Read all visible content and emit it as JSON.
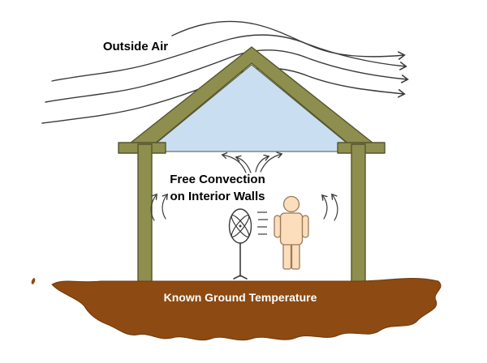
{
  "diagram": {
    "labels": {
      "outside_air": "Outside Air",
      "free_convection_line1": "Free Convection",
      "free_convection_line2": "on Interior Walls",
      "ground_temperature": "Known Ground Temperature"
    },
    "colors": {
      "background": "#ffffff",
      "wall": "#8e8e4e",
      "outline": "#55552e",
      "attic": "#cadef2",
      "ground": "#8d4a12",
      "ground_outline": "#6e3a0e",
      "person_fill": "#fcdebc",
      "person_outline": "#9b7a58",
      "arrow": "#3a3a3a",
      "ground_text": "#ffffff",
      "label_text": "#000000"
    },
    "icons": {
      "fan": "standing-fan-icon",
      "person": "person-icon",
      "airflow": "wavy-airflow-arrows",
      "convection": "convection-arrows"
    }
  }
}
